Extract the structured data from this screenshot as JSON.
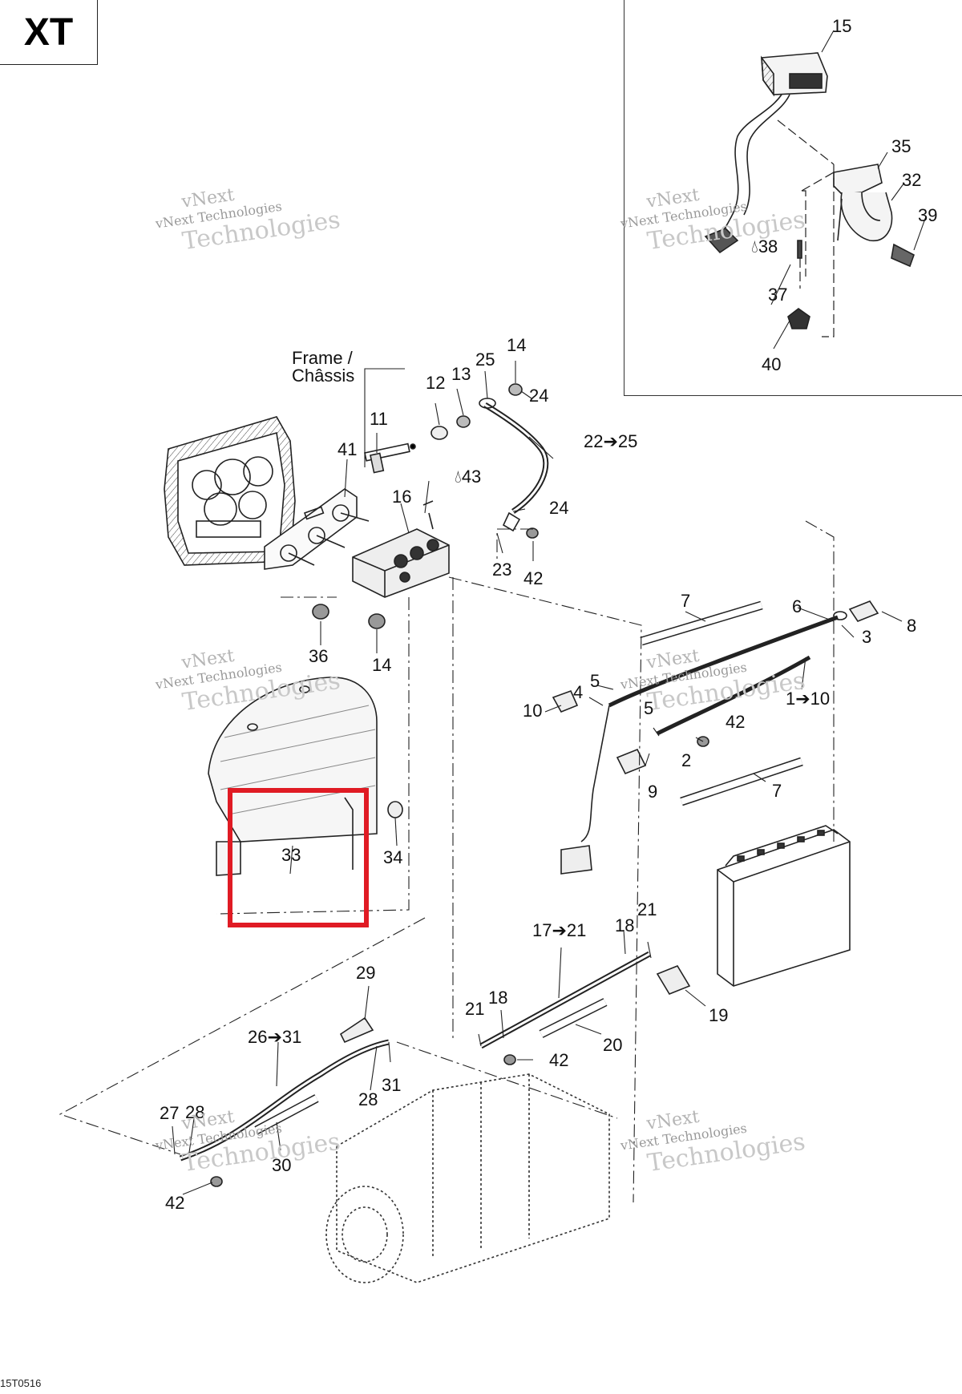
{
  "corner_tag": "XT",
  "drawing_code": "15T0516",
  "frame_label": {
    "line1": "Frame /",
    "line2": "Châssis"
  },
  "watermark": {
    "brand": "vNext",
    "company": "vNext Technologies",
    "word": "Technologies"
  },
  "highlighted_callout": "33",
  "callouts": [
    {
      "id": "c15",
      "text": "15"
    },
    {
      "id": "c35",
      "text": "35"
    },
    {
      "id": "c32",
      "text": "32"
    },
    {
      "id": "c39",
      "text": "39"
    },
    {
      "id": "c38",
      "text": "38"
    },
    {
      "id": "c37",
      "text": "37"
    },
    {
      "id": "c40",
      "text": "40"
    },
    {
      "id": "c14a",
      "text": "14"
    },
    {
      "id": "c25",
      "text": "25"
    },
    {
      "id": "c13",
      "text": "13"
    },
    {
      "id": "c12",
      "text": "12"
    },
    {
      "id": "c24a",
      "text": "24"
    },
    {
      "id": "c11",
      "text": "11"
    },
    {
      "id": "c22",
      "text": "22➔25"
    },
    {
      "id": "c41",
      "text": "41"
    },
    {
      "id": "c43",
      "text": "43"
    },
    {
      "id": "c16",
      "text": "16"
    },
    {
      "id": "c24b",
      "text": "24"
    },
    {
      "id": "c23",
      "text": "23"
    },
    {
      "id": "c42a",
      "text": "42"
    },
    {
      "id": "c7a",
      "text": "7"
    },
    {
      "id": "c6",
      "text": "6"
    },
    {
      "id": "c3",
      "text": "3"
    },
    {
      "id": "c8",
      "text": "8"
    },
    {
      "id": "c36",
      "text": "36"
    },
    {
      "id": "c14b",
      "text": "14"
    },
    {
      "id": "c5a",
      "text": "5"
    },
    {
      "id": "c4",
      "text": "4"
    },
    {
      "id": "c1",
      "text": "1➔10"
    },
    {
      "id": "c10",
      "text": "10"
    },
    {
      "id": "c5b",
      "text": "5"
    },
    {
      "id": "c42b",
      "text": "42"
    },
    {
      "id": "c2",
      "text": "2"
    },
    {
      "id": "c9",
      "text": "9"
    },
    {
      "id": "c7b",
      "text": "7"
    },
    {
      "id": "c33",
      "text": "33"
    },
    {
      "id": "c34",
      "text": "34"
    },
    {
      "id": "c17",
      "text": "17➔21"
    },
    {
      "id": "c18a",
      "text": "18"
    },
    {
      "id": "c21a",
      "text": "21"
    },
    {
      "id": "c19",
      "text": "19"
    },
    {
      "id": "c29",
      "text": "29"
    },
    {
      "id": "c21b",
      "text": "21"
    },
    {
      "id": "c18b",
      "text": "18"
    },
    {
      "id": "c20",
      "text": "20"
    },
    {
      "id": "c42c",
      "text": "42"
    },
    {
      "id": "c26",
      "text": "26➔31"
    },
    {
      "id": "c31",
      "text": "31"
    },
    {
      "id": "c28a",
      "text": "28"
    },
    {
      "id": "c28b",
      "text": "28"
    },
    {
      "id": "c27",
      "text": "27"
    },
    {
      "id": "c30",
      "text": "30"
    },
    {
      "id": "c42d",
      "text": "42"
    }
  ]
}
